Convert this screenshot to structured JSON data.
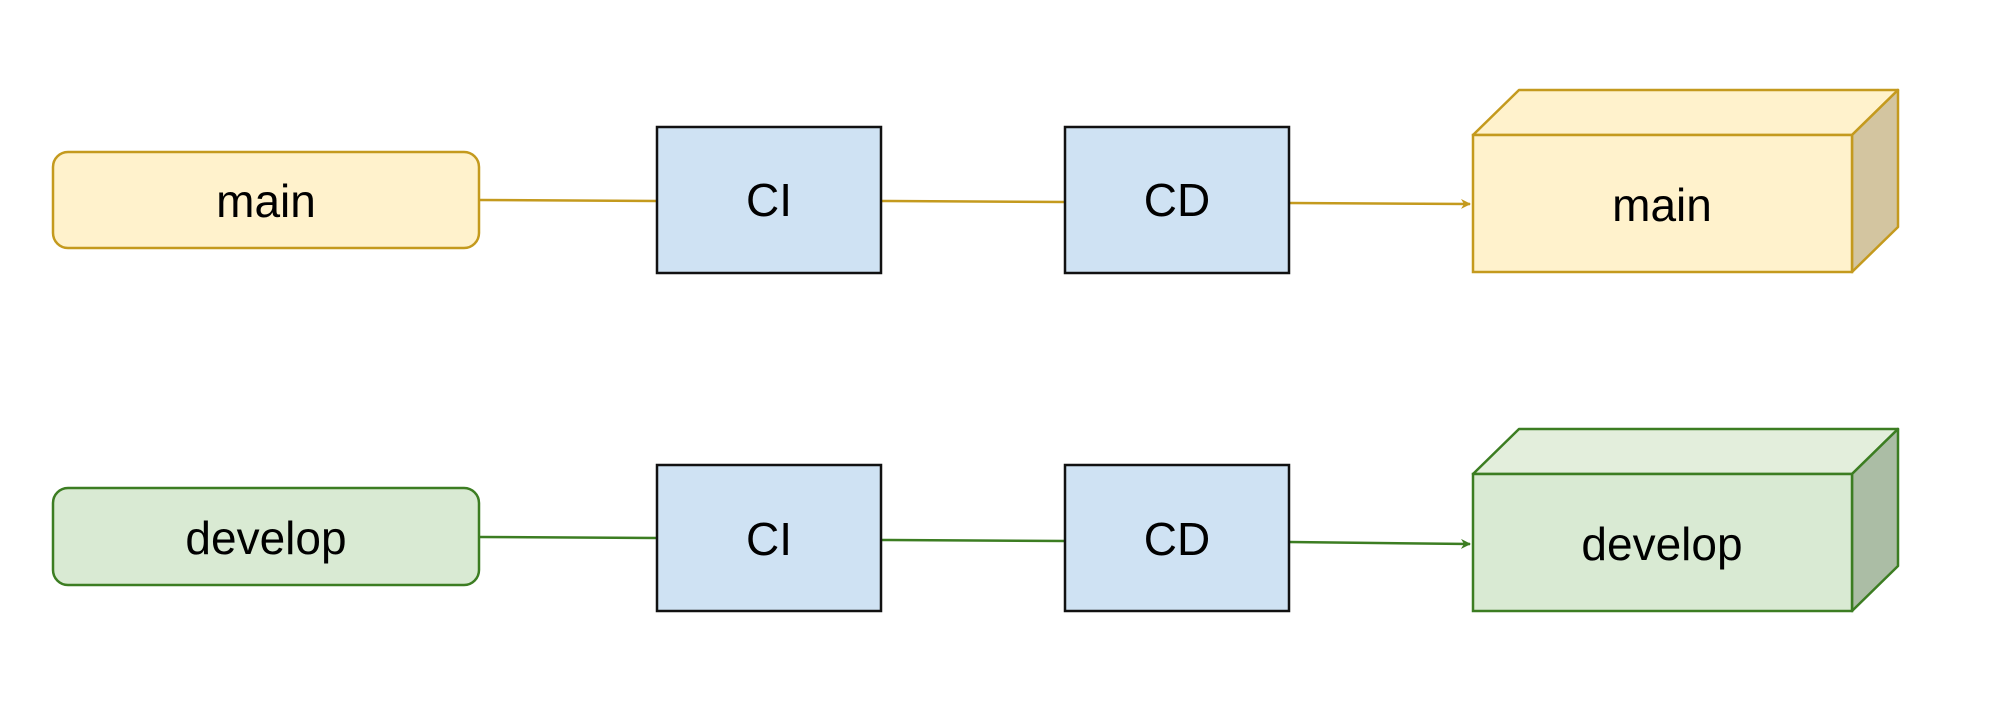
{
  "colors": {
    "main_fill": "#fff2cc",
    "main_stroke": "#c49a1e",
    "main_side": "#d3c5a0",
    "develop_fill": "#d9ead3",
    "develop_stroke": "#3c7d22",
    "develop_top": "#e3eedc",
    "develop_side": "#abbda5",
    "step_fill": "#cfe2f3",
    "step_stroke": "#111111"
  },
  "pipelines": [
    {
      "color": "main",
      "source": {
        "label": "main",
        "shape": "rounded-rectangle"
      },
      "steps": [
        {
          "label": "CI"
        },
        {
          "label": "CD"
        }
      ],
      "target": {
        "label": "main",
        "shape": "3d-box"
      }
    },
    {
      "color": "develop",
      "source": {
        "label": "develop",
        "shape": "rounded-rectangle"
      },
      "steps": [
        {
          "label": "CI"
        },
        {
          "label": "CD"
        }
      ],
      "target": {
        "label": "develop",
        "shape": "3d-box"
      }
    }
  ]
}
